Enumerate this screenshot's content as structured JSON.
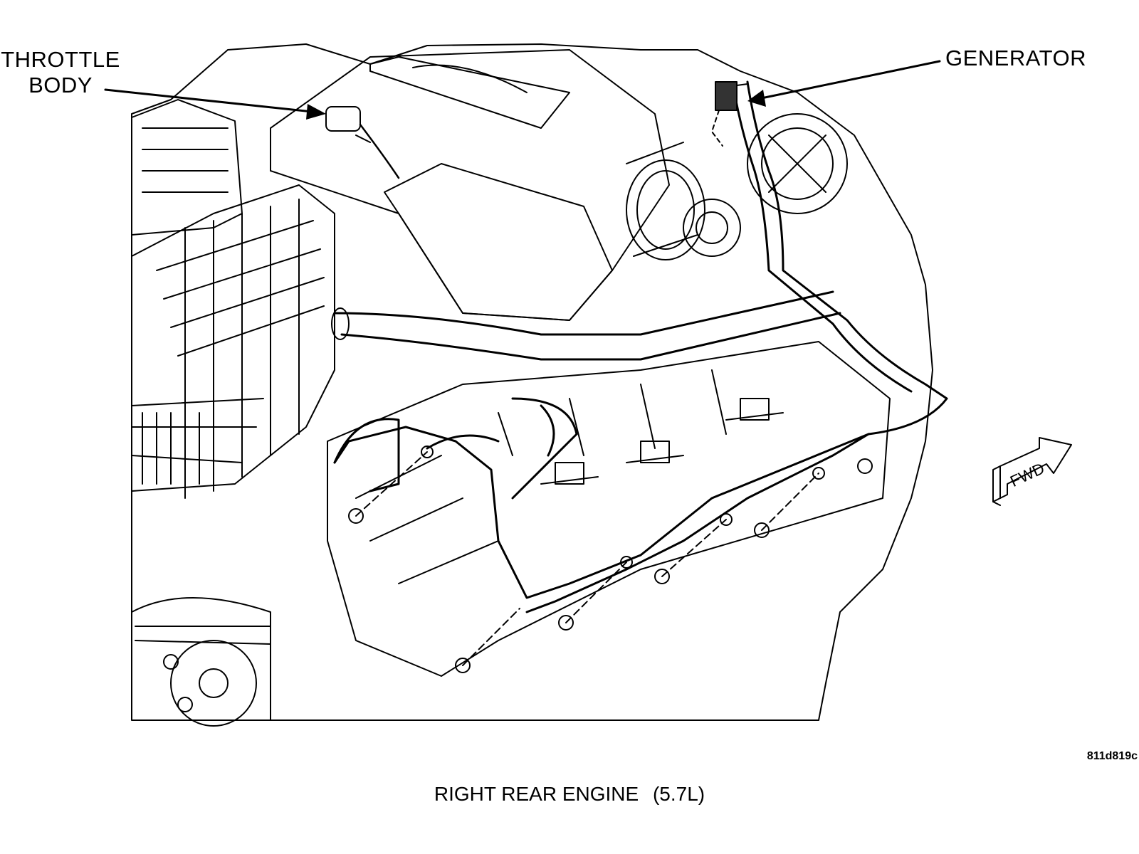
{
  "callouts": {
    "throttle_body_line1": "THROTTLE",
    "throttle_body_line2": "BODY",
    "generator": "GENERATOR"
  },
  "direction_arrow": {
    "label": "FWD"
  },
  "figure_id": "811d819c",
  "caption": {
    "title": "RIGHT REAR ENGINE",
    "spec": "(5.7L)"
  }
}
